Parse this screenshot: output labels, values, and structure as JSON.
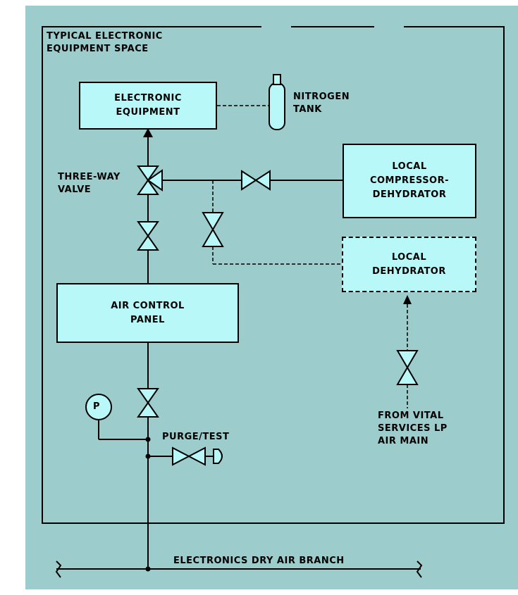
{
  "colors": {
    "background": "#9ccccc",
    "component_fill": "#b8f8f8",
    "line": "#000000"
  },
  "space": {
    "label": "TYPICAL ELECTRONIC\nEQUIPMENT SPACE"
  },
  "components": {
    "electronic_equipment": "ELECTRONIC\nEQUIPMENT",
    "nitrogen_tank": "NITROGEN\nTANK",
    "local_compressor_dehydrator": "LOCAL\nCOMPRESSOR-\nDEHYDRATOR",
    "local_dehydrator": "LOCAL\nDEHYDRATOR",
    "air_control_panel": "AIR CONTROL\nPANEL",
    "three_way_valve": "THREE-WAY\nVALVE",
    "pressure_gauge": "P",
    "purge_test": "PURGE/TEST",
    "from_vital_services": "FROM VITAL\nSERVICES LP\nAIR MAIN",
    "dry_air_branch": "ELECTRONICS DRY AIR BRANCH"
  },
  "icons": [
    "valve-icon",
    "three-way-valve-icon",
    "pressure-gauge-icon",
    "nitrogen-tank-icon",
    "purge-cap-icon",
    "flow-arrow-icon"
  ]
}
